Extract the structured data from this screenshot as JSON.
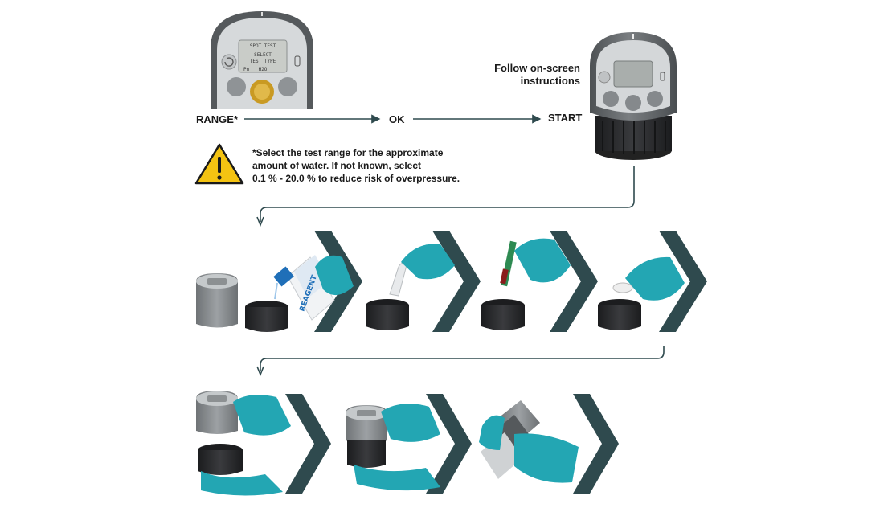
{
  "colors": {
    "connector": "#2f4a4e",
    "device_body": "#666a6d",
    "device_light": "#b7bcc0",
    "cap": "#2a2b2d",
    "glove": "#23a6b3",
    "reagent_blue": "#1f6fb8",
    "warning_yellow": "#f4c312"
  },
  "flow": {
    "range_label": "RANGE*",
    "ok_label": "OK",
    "start_label": "START",
    "follow_line1": "Follow on-screen",
    "follow_line2": "instructions"
  },
  "screen": {
    "line1": "SPOT TEST",
    "line2": "SELECT",
    "line3": "TEST TYPE",
    "left_small": "Pn",
    "bottom_center": "H2O"
  },
  "warning": {
    "icon": "warning-triangle-icon",
    "line1": "*Select the test range for the approximate",
    "line2": "amount of water. If not known, select",
    "line3": "0.1 % - 20.0 % to reduce risk of overpressure."
  },
  "bottle": {
    "label": "REAGENT"
  },
  "steps_row1": [
    {
      "icon": "device-and-cap-icon"
    },
    {
      "icon": "add-reagent-step-icon"
    },
    {
      "icon": "dropper-step-icon"
    },
    {
      "icon": "syringe-step-icon"
    },
    {
      "icon": "place-cup-step-icon"
    }
  ],
  "steps_row2": [
    {
      "icon": "attach-cap-step-icon"
    },
    {
      "icon": "close-tight-step-icon"
    },
    {
      "icon": "shake-step-icon"
    }
  ]
}
